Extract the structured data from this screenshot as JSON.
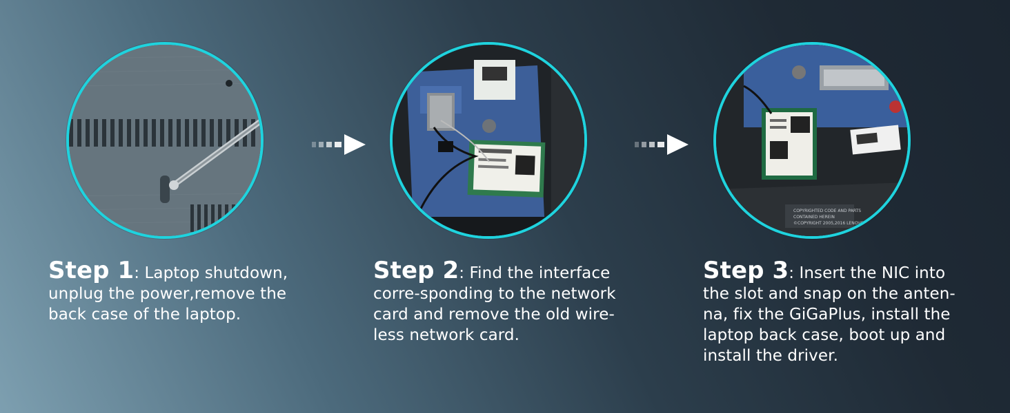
{
  "steps": [
    {
      "title": "Step 1",
      "description": ": Laptop shutdown, unplug the power,remove the back case of the laptop."
    },
    {
      "title": "Step 2",
      "description": ": Find the interface corre-sponding to the network card and remove the old wire-less network card."
    },
    {
      "title": "Step 3",
      "description": ": Insert the NIC into the slot and snap on the anten-na, fix the GiGaPlus, install the laptop back case, boot up and install the driver."
    }
  ],
  "photo_labels": {
    "copyright_line1": "COPYRIGHTED CODE AND PARTS",
    "copyright_line2": "CONTAINED HEREIN",
    "copyright_line3": "©COPYRIGHT 2005,2016 LENOVO"
  },
  "colors": {
    "accent_ring": "#1fd3de",
    "text": "#ffffff",
    "background_start": "#7d9fb0",
    "background_end": "#1b2530"
  },
  "icons": [
    "arrow-right-icon",
    "arrow-right-icon"
  ]
}
